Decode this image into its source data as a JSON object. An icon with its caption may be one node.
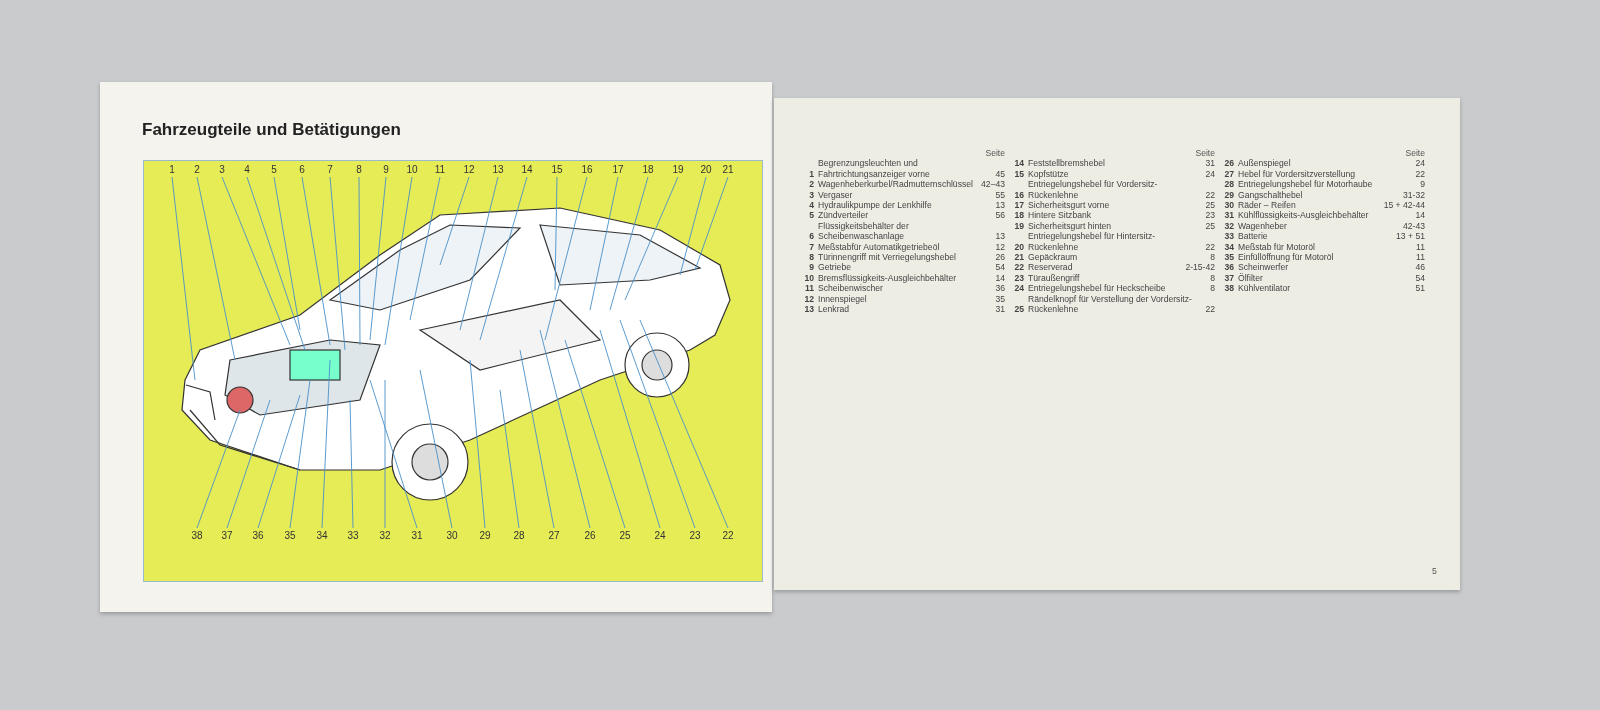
{
  "diagram": {
    "title": "Fahrzeugteile und Betätigungen",
    "nodes": [
      {
        "text": [
          "1"
        ]
      },
      {
        "text": [
          "2"
        ]
      },
      {
        "text": [
          "3"
        ]
      },
      {
        "text": [
          "4"
        ]
      },
      {
        "text": [
          "5"
        ]
      },
      {
        "text": [
          "6"
        ]
      },
      {
        "text": [
          "7"
        ]
      },
      {
        "text": [
          "8"
        ]
      },
      {
        "text": [
          "9"
        ]
      },
      {
        "text": [
          "10"
        ]
      },
      {
        "text": [
          "11"
        ]
      },
      {
        "text": [
          "12"
        ]
      },
      {
        "text": [
          "13"
        ]
      },
      {
        "text": [
          "14"
        ]
      },
      {
        "text": [
          "15"
        ]
      },
      {
        "text": [
          "16"
        ]
      },
      {
        "text": [
          "17"
        ]
      },
      {
        "text": [
          "18"
        ]
      },
      {
        "text": [
          "19"
        ]
      },
      {
        "text": [
          "20"
        ]
      },
      {
        "text": [
          "21"
        ]
      },
      {
        "text": [
          "38"
        ]
      },
      {
        "text": [
          "37"
        ]
      },
      {
        "text": [
          "36"
        ]
      },
      {
        "text": [
          "35"
        ]
      },
      {
        "text": [
          "34"
        ]
      },
      {
        "text": [
          "33"
        ]
      },
      {
        "text": [
          "32"
        ]
      },
      {
        "text": [
          "31"
        ]
      },
      {
        "text": [
          "30"
        ]
      },
      {
        "text": [
          "29"
        ]
      },
      {
        "text": [
          "28"
        ]
      },
      {
        "text": [
          "27"
        ]
      },
      {
        "text": [
          "26"
        ]
      },
      {
        "text": [
          "25"
        ]
      },
      {
        "text": [
          "24"
        ]
      },
      {
        "text": [
          "23"
        ]
      },
      {
        "text": [
          "22"
        ]
      }
    ],
    "edges": [
      {
        "from": 0,
        "to": null,
        "arrow": "none"
      },
      {
        "from": 1,
        "to": null,
        "arrow": "none"
      },
      {
        "from": 2,
        "to": null,
        "arrow": "none"
      },
      {
        "from": 3,
        "to": null,
        "arrow": "none"
      },
      {
        "from": 4,
        "to": null,
        "arrow": "none"
      },
      {
        "from": 5,
        "to": null,
        "arrow": "none"
      },
      {
        "from": 6,
        "to": null,
        "arrow": "none"
      },
      {
        "from": 7,
        "to": null,
        "arrow": "none"
      },
      {
        "from": 8,
        "to": null,
        "arrow": "none"
      },
      {
        "from": 9,
        "to": null,
        "arrow": "none"
      },
      {
        "from": 10,
        "to": null,
        "arrow": "none"
      },
      {
        "from": 11,
        "to": null,
        "arrow": "none"
      },
      {
        "from": 12,
        "to": null,
        "arrow": "none"
      },
      {
        "from": 13,
        "to": null,
        "arrow": "none"
      },
      {
        "from": 14,
        "to": null,
        "arrow": "none"
      },
      {
        "from": 15,
        "to": null,
        "arrow": "none"
      },
      {
        "from": 16,
        "to": null,
        "arrow": "none"
      },
      {
        "from": 17,
        "to": null,
        "arrow": "none"
      },
      {
        "from": 18,
        "to": null,
        "arrow": "none"
      },
      {
        "from": 19,
        "to": null,
        "arrow": "none"
      },
      {
        "from": 20,
        "to": null,
        "arrow": "none"
      },
      {
        "from": 21,
        "to": null,
        "arrow": "none"
      },
      {
        "from": 22,
        "to": null,
        "arrow": "none"
      },
      {
        "from": 23,
        "to": null,
        "arrow": "none"
      },
      {
        "from": 24,
        "to": null,
        "arrow": "none"
      },
      {
        "from": 25,
        "to": null,
        "arrow": "none"
      },
      {
        "from": 26,
        "to": null,
        "arrow": "none"
      },
      {
        "from": 27,
        "to": null,
        "arrow": "none"
      },
      {
        "from": 28,
        "to": null,
        "arrow": "none"
      },
      {
        "from": 29,
        "to": null,
        "arrow": "none"
      },
      {
        "from": 30,
        "to": null,
        "arrow": "none"
      },
      {
        "from": 31,
        "to": null,
        "arrow": "none"
      },
      {
        "from": 32,
        "to": null,
        "arrow": "none"
      },
      {
        "from": 33,
        "to": null,
        "arrow": "none"
      },
      {
        "from": 34,
        "to": null,
        "arrow": "none"
      },
      {
        "from": 35,
        "to": null,
        "arrow": "none"
      },
      {
        "from": 36,
        "to": null,
        "arrow": "none"
      },
      {
        "from": 37,
        "to": null,
        "arrow": "none"
      }
    ],
    "labels": [
      "Seite",
      "1",
      "Begrenzungsleuchten und Fahrtrichtungsanzeiger vorne",
      "45",
      "2",
      "Wagenheberkurbel/Radmutternschlüssel",
      "42–43",
      "3",
      "Vergaser",
      "55",
      "4",
      "Hydraulikpumpe der Lenkhilfe",
      "13",
      "5",
      "Zündverteiler",
      "56",
      "6",
      "Flüssigkeitsbehälter der Scheibenwaschanlage",
      "13",
      "7",
      "Meßstabfür Automatikgetriebeöl",
      "12",
      "8",
      "Türinnengriff mit Verriegelungshebel",
      "26",
      "9",
      "Getriebe",
      "54",
      "10",
      "Bremsflüssigkeits-Ausgleichbehälter",
      "14",
      "11",
      "Scheibenwischer",
      "36",
      "12",
      "Innenspiegel",
      "35",
      "13",
      "Lenkrad",
      "31",
      "Seite",
      "14",
      "Feststellbremshebel",
      "31",
      "15",
      "Kopfstütze",
      "24",
      "16",
      "Entriegelungshebel für Vordersitz-Rückenlehne",
      "22",
      "17",
      "Sicherheitsgurt vorne",
      "25",
      "18",
      "Hintere Sitzbank",
      "23",
      "19",
      "Sicherheitsgurt hinten",
      "25",
      "20",
      "Entriegelungshebel für Hintersitz-Rückenlehne",
      "22",
      "21",
      "Gepäckraum",
      "8",
      "22",
      "Reserverad",
      "2-15-42",
      "23",
      "Türaußengriff",
      "8",
      "24",
      "Entriegelungshebel für Heckscheibe",
      "8",
      "25",
      "Rändelknopf für Verstellung der Vordersitz-Rückenlehne",
      "22",
      "Seite",
      "26",
      "Außenspiegel",
      "24",
      "27",
      "Hebel für Vordersitzverstellung",
      "22",
      "28",
      "Entriegelungshebel für Motorhaube",
      "9",
      "29",
      "Gangschalthebel",
      "31-32",
      "30",
      "Räder – Reifen",
      "15 + 42-44",
      "31",
      "Kühlflüssigkeits-Ausgleichbehälter",
      "14",
      "32",
      "Wagenheber",
      "42-43",
      "33",
      "Batterie",
      "13 + 51",
      "34",
      "Meßstab für Motoröl",
      "11",
      "35",
      "Einfüllöffnung für Motoröl",
      "11",
      "36",
      "Scheinwerfer",
      "46",
      "37",
      "Ölfilter",
      "54",
      "38",
      "Kühlventilator",
      "51",
      "5"
    ]
  }
}
